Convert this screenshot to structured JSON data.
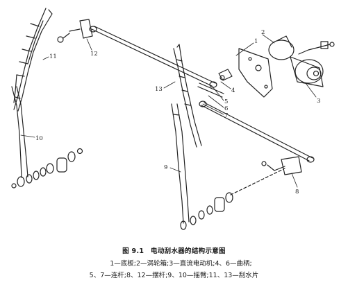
{
  "parts": [
    "1",
    "2",
    "3",
    "4",
    "5",
    "6",
    "7",
    "8",
    "9",
    "10",
    "11",
    "12",
    "13"
  ],
  "caption": {
    "title": "图 9.1　电动刮水器的结构示意图",
    "line1": "1—底板;2—涡轮箱;3—直流电动机;4、6—曲柄;",
    "line2": "5、7—连杆;8、12—摆杆;9、10—摇臂;11、13—刮水片"
  },
  "colors": {
    "ink": "#222222",
    "paper": "#ffffff"
  }
}
